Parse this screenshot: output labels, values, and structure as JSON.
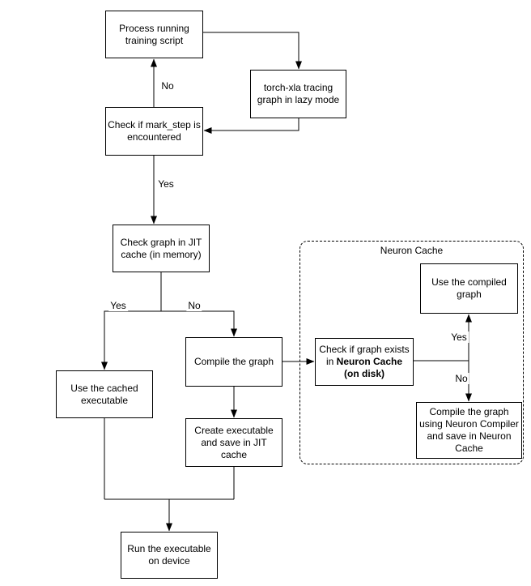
{
  "diagram": {
    "group": {
      "label": "Neuron Cache"
    },
    "nodes": {
      "process_script": "Process running training script",
      "torch_xla": "torch-xla tracing graph in lazy mode",
      "check_mark_step": "Check if mark_step is encountered",
      "check_jit_cache": "Check graph in JIT cache (in memory)",
      "use_cached_executable": "Use the cached executable",
      "compile_graph": "Compile the graph",
      "check_neuron_cache_prefix": "Check if graph exists in ",
      "check_neuron_cache_bold": "Neuron Cache (on disk)",
      "use_compiled_graph": "Use the compiled graph",
      "compile_neuron_compiler": "Compile the graph using Neuron Compiler and save in Neuron Cache",
      "create_executable": "Create executable and save in JIT cache",
      "run_executable": "Run the executable on device"
    },
    "edge_labels": {
      "mark_step_no": "No",
      "mark_step_yes": "Yes",
      "jit_yes": "Yes",
      "jit_no": "No",
      "neuron_yes": "Yes",
      "neuron_no": "No"
    },
    "colors": {
      "stroke": "#000000",
      "node_fill": "#ffffff",
      "text": "#000000",
      "background": "#ffffff"
    }
  }
}
